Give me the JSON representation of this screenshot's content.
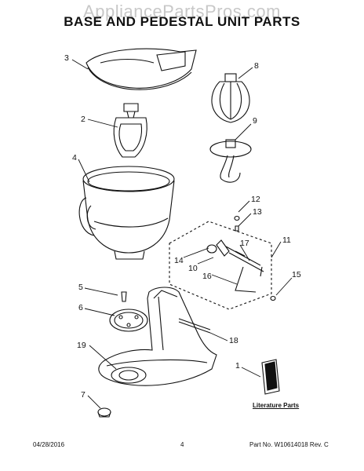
{
  "watermark": "AppliancePartsPros.com",
  "title": "BASE AND PEDESTAL UNIT PARTS",
  "callouts": [
    "1",
    "2",
    "3",
    "4",
    "5",
    "6",
    "7",
    "8",
    "9",
    "10",
    "11",
    "12",
    "13",
    "14",
    "15",
    "16",
    "17",
    "18",
    "19"
  ],
  "literature_label": "Literature Parts",
  "footer": {
    "date": "04/28/2016",
    "page": "4",
    "part_no": "Part No.  W10614018  Rev.  C"
  }
}
